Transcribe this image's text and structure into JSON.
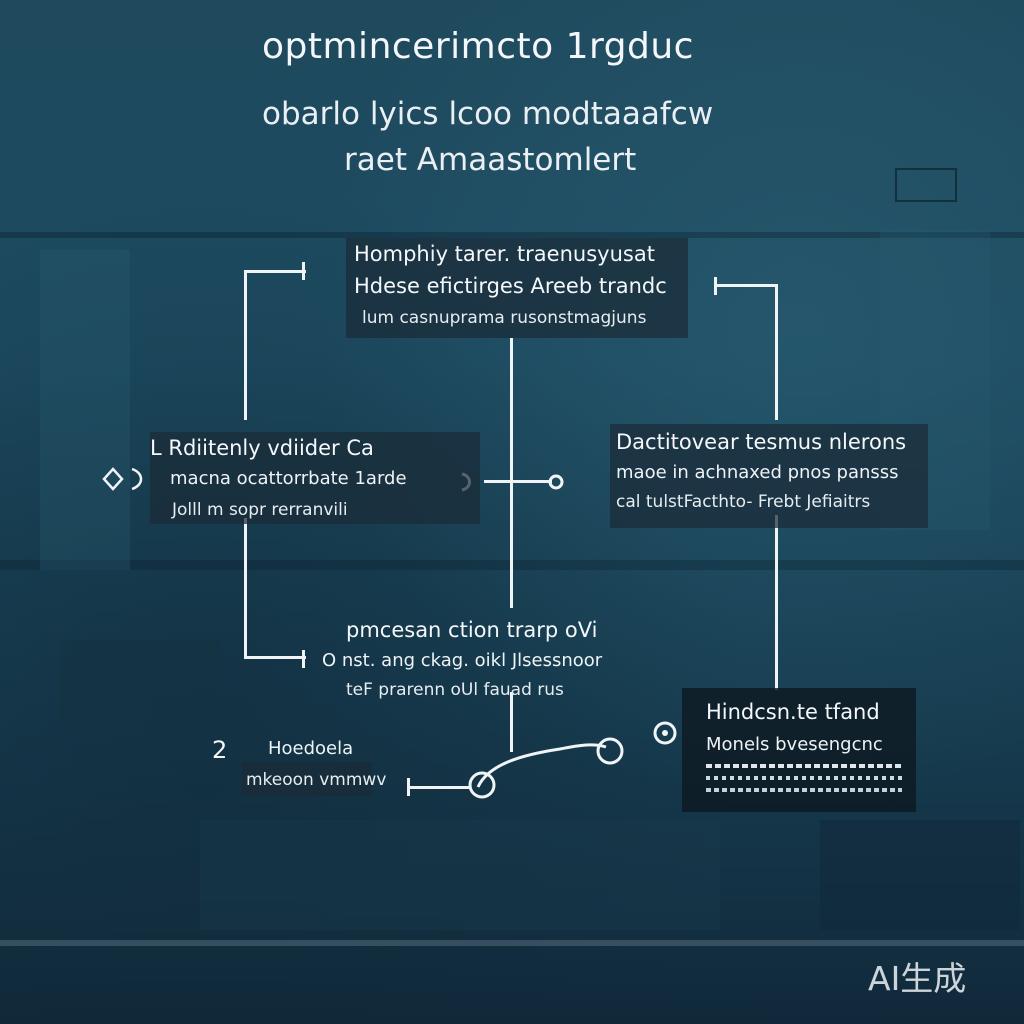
{
  "title": {
    "line1": "optmincerimcto 1rgduc",
    "line2": "obarlo lyics   lcoo modtaaafcw",
    "line3": "raet  Amaastomlert"
  },
  "nodes": {
    "top": {
      "line1": "Homphiy tarer.  traenusyusat",
      "line2": "Hdese efictirges  Areeb trandc",
      "line3": "lum casnuprama rusonstmagjuns"
    },
    "left": {
      "line1": "L Rdiitenly  vdiider  Ca",
      "line2": "macna ocattorrbate  1arde",
      "line3": "Jolll  m  sopr rerranvili"
    },
    "right": {
      "line1": "Dactitovear  tesmus  nlerons",
      "line2": "maoe in  achnaxed pnos pansss",
      "line3": "cal  tulstFacthto- Frebt Jefiaitrs"
    },
    "middle": {
      "line1": "pmcesan  ction  trarp  oVi",
      "line2": "O nst. ang  ckag.  oikl Jlsessnoor",
      "line3": "teF prarenn  oUl fauad  rus"
    },
    "bottom_left": {
      "number": "2",
      "line1": "Hoedoela",
      "line2": "mkeoon  vmmwv"
    },
    "bottom_right": {
      "line1": "Hindcsn.te  tfand",
      "line2": "Monels  bvesengcnc"
    }
  },
  "watermark": "AI生成",
  "colors": {
    "background": "#1d4b61",
    "line": "#f1f4f6",
    "box": "#1a2b37"
  }
}
